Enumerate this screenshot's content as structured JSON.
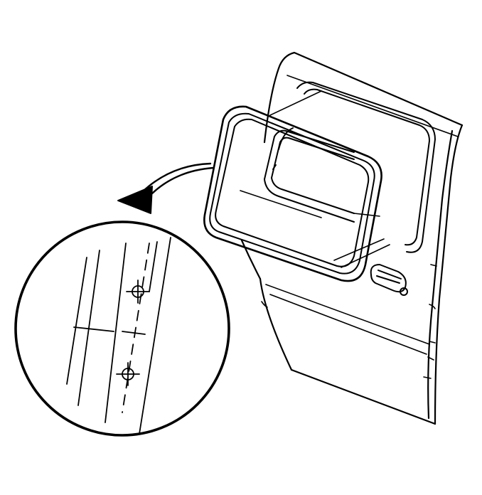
{
  "diagram": {
    "colors": {
      "line": "#000000",
      "background": "#ffffff"
    },
    "parts": [
      {
        "id": "door",
        "icon": "vehicle-door-outline"
      },
      {
        "id": "window-opening",
        "icon": "window-opening"
      },
      {
        "id": "weatherstrip-seal",
        "icon": "window-seal-frame"
      },
      {
        "id": "door-handle",
        "icon": "door-handle"
      },
      {
        "id": "callout-arrow",
        "icon": "curved-arrow-icon"
      },
      {
        "id": "detail-view",
        "icon": "magnified-detail-circle"
      },
      {
        "id": "locating-marks",
        "icon": "crosshair-target-icon"
      }
    ]
  }
}
